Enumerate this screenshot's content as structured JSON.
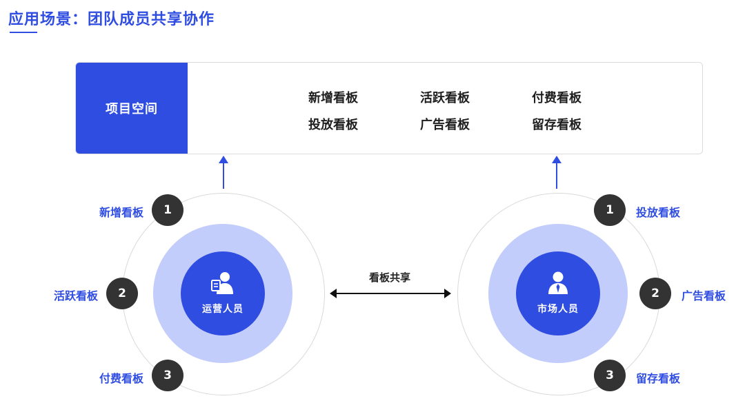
{
  "title": "应用场景：团队成员共享协作",
  "panel": {
    "head": "项目空间",
    "boards": [
      "新增看板",
      "活跃看板",
      "付费看板",
      "投放看板",
      "广告看板",
      "留存看板"
    ]
  },
  "share_label": "看板共享",
  "left_circle": {
    "label": "运营人员",
    "icon": "operator-icon",
    "items": [
      {
        "num": "1",
        "label": "新增看板"
      },
      {
        "num": "2",
        "label": "活跃看板"
      },
      {
        "num": "3",
        "label": "付费看板"
      }
    ]
  },
  "right_circle": {
    "label": "市场人员",
    "icon": "marketer-icon",
    "items": [
      {
        "num": "1",
        "label": "投放看板"
      },
      {
        "num": "2",
        "label": "广告看板"
      },
      {
        "num": "3",
        "label": "留存看板"
      }
    ]
  },
  "colors": {
    "accent": "#2f4de0",
    "halo": "#c3cdfb",
    "badge": "#333333"
  }
}
